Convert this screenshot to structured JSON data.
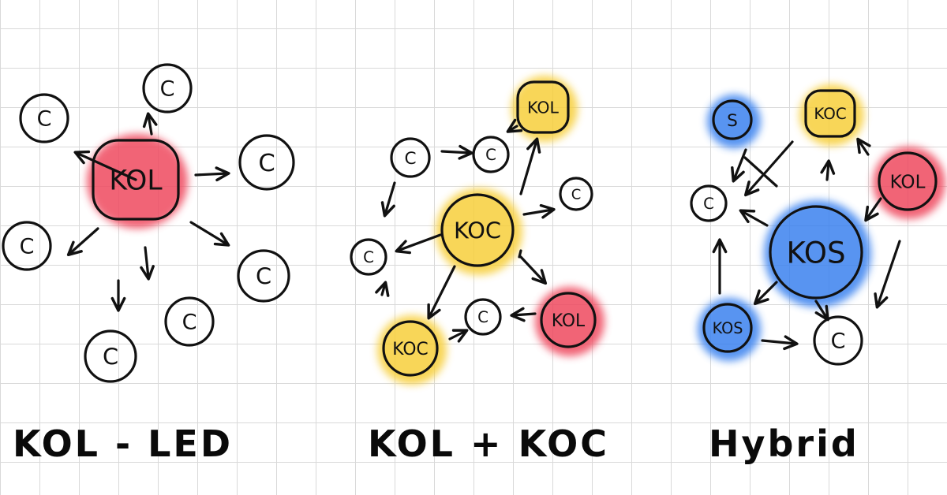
{
  "panels": [
    {
      "title": "KOL - LED",
      "nodes": [
        {
          "label": "KOL",
          "highlight": "red"
        },
        {
          "label": "C"
        },
        {
          "label": "C"
        },
        {
          "label": "C"
        },
        {
          "label": "C"
        },
        {
          "label": "C"
        },
        {
          "label": "C"
        },
        {
          "label": "C"
        }
      ]
    },
    {
      "title": "KOL + KOC",
      "nodes": [
        {
          "label": "KOC",
          "highlight": "yellow"
        },
        {
          "label": "KOL",
          "highlight": "yellow"
        },
        {
          "label": "KOL",
          "highlight": "red"
        },
        {
          "label": "KOC",
          "highlight": "yellow"
        },
        {
          "label": "C"
        },
        {
          "label": "C"
        },
        {
          "label": "C"
        },
        {
          "label": "C"
        },
        {
          "label": "C"
        }
      ]
    },
    {
      "title": "Hybrid",
      "nodes": [
        {
          "label": "KOS",
          "highlight": "blue"
        },
        {
          "label": "S",
          "highlight": "blue"
        },
        {
          "label": "KOC",
          "highlight": "yellow"
        },
        {
          "label": "KOL",
          "highlight": "red"
        },
        {
          "label": "KOS",
          "highlight": "blue"
        },
        {
          "label": "C"
        },
        {
          "label": "C"
        }
      ]
    }
  ],
  "colors": {
    "red": "#ef4a5e",
    "yellow": "#f7cf3a",
    "blue": "#3b82ef",
    "ink": "#111111",
    "grid": "#d9d9d9"
  }
}
